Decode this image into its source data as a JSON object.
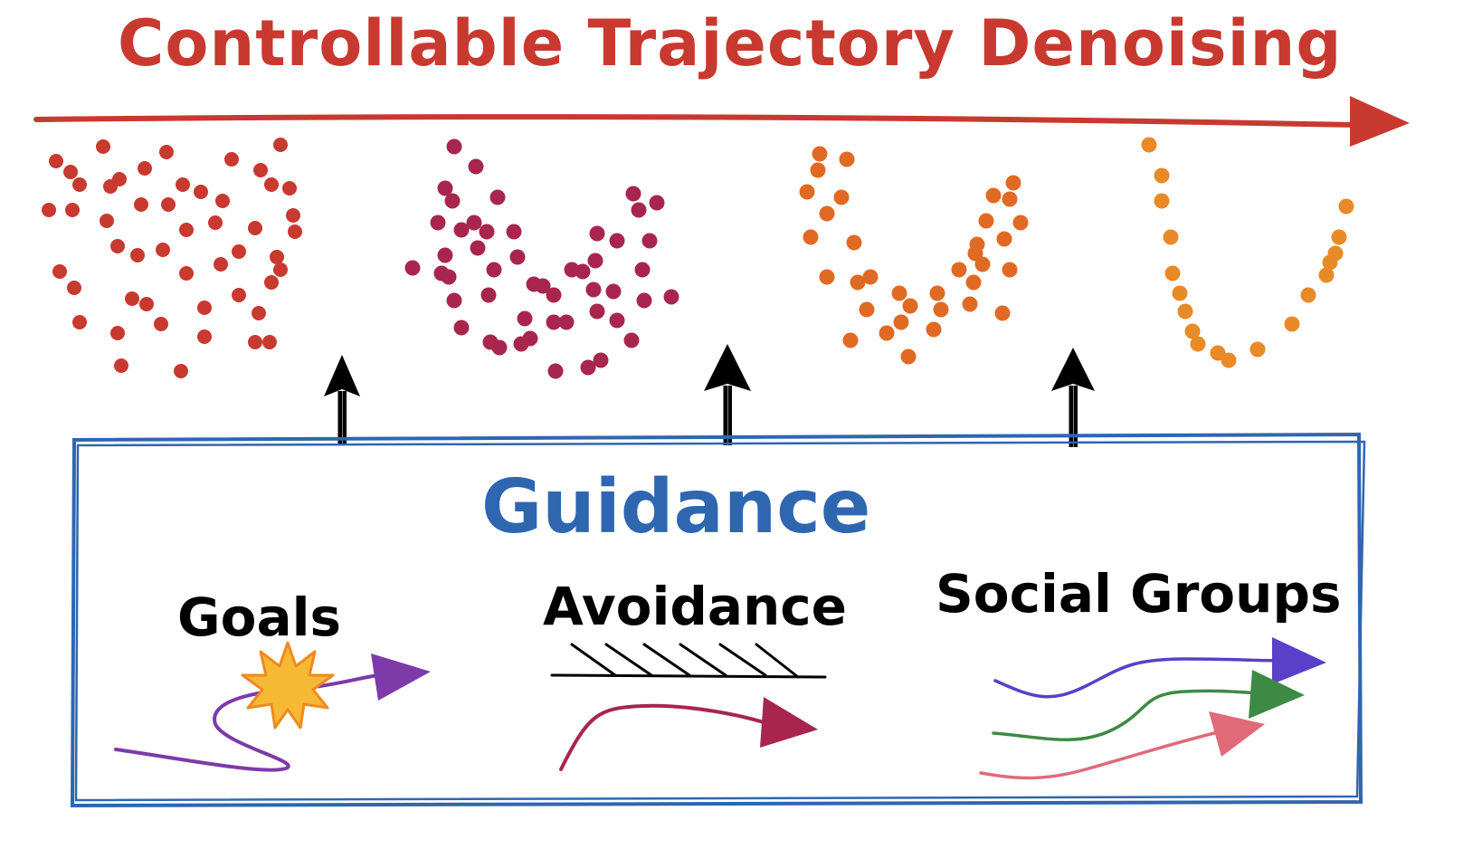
{
  "title": "Controllable Trajectory Denoising",
  "guidance": {
    "title": "Guidance",
    "items": [
      {
        "label": "Goals"
      },
      {
        "label": "Avoidance"
      },
      {
        "label": "Social Groups"
      }
    ]
  },
  "colors": {
    "title": "#c8392f",
    "axis_arrow": "#c8392f",
    "stage1_dots": "#c8392f",
    "stage2_dots": "#a8264e",
    "stage3_dots": "#e06a24",
    "stage4_dots": "#e88a28",
    "guidance_box": "#2f66b0",
    "up_arrows": "#000000",
    "goal_path": "#7d3aa8",
    "goal_star": "#f6b936",
    "goal_star_outline": "#f08a1e",
    "avoidance_path": "#a8264e",
    "group_path_1": "#5a3fc8",
    "group_path_2": "#3e8a44",
    "group_path_3": "#e06a78"
  },
  "icons": [
    "up-arrow-icon",
    "sun-star-icon",
    "hatched-wall-icon"
  ]
}
